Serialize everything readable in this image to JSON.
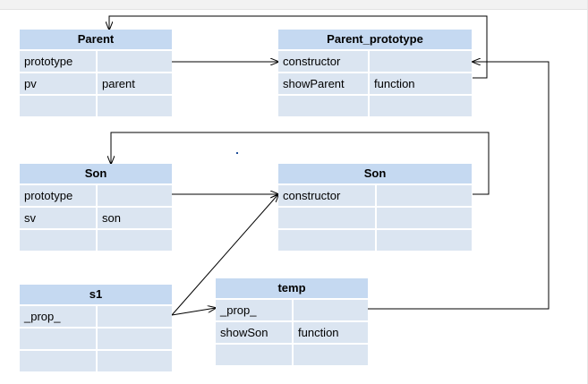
{
  "tables": {
    "parent": {
      "title": "Parent",
      "rows": [
        {
          "k": "prototype",
          "v": ""
        },
        {
          "k": "pv",
          "v": "parent"
        },
        {
          "k": "",
          "v": ""
        }
      ]
    },
    "parent_prototype": {
      "title": "Parent_prototype",
      "rows": [
        {
          "k": "constructor",
          "v": ""
        },
        {
          "k": "showParent",
          "v": "function"
        },
        {
          "k": "",
          "v": ""
        }
      ]
    },
    "son": {
      "title": "Son",
      "rows": [
        {
          "k": "prototype",
          "v": ""
        },
        {
          "k": "sv",
          "v": "son"
        },
        {
          "k": "",
          "v": ""
        }
      ]
    },
    "son_proto": {
      "title": "Son",
      "rows": [
        {
          "k": "constructor",
          "v": ""
        },
        {
          "k": "",
          "v": ""
        },
        {
          "k": "",
          "v": ""
        }
      ]
    },
    "s1": {
      "title": "s1",
      "rows": [
        {
          "k": "_prop_",
          "v": ""
        },
        {
          "k": "",
          "v": ""
        },
        {
          "k": "",
          "v": ""
        }
      ]
    },
    "temp": {
      "title": "temp",
      "rows": [
        {
          "k": "_prop_",
          "v": ""
        },
        {
          "k": "showSon",
          "v": "function"
        },
        {
          "k": "",
          "v": ""
        }
      ]
    }
  },
  "colors": {
    "header_fill": "#c5d9f1",
    "cell_fill": "#dbe5f1",
    "line": "#000000"
  }
}
